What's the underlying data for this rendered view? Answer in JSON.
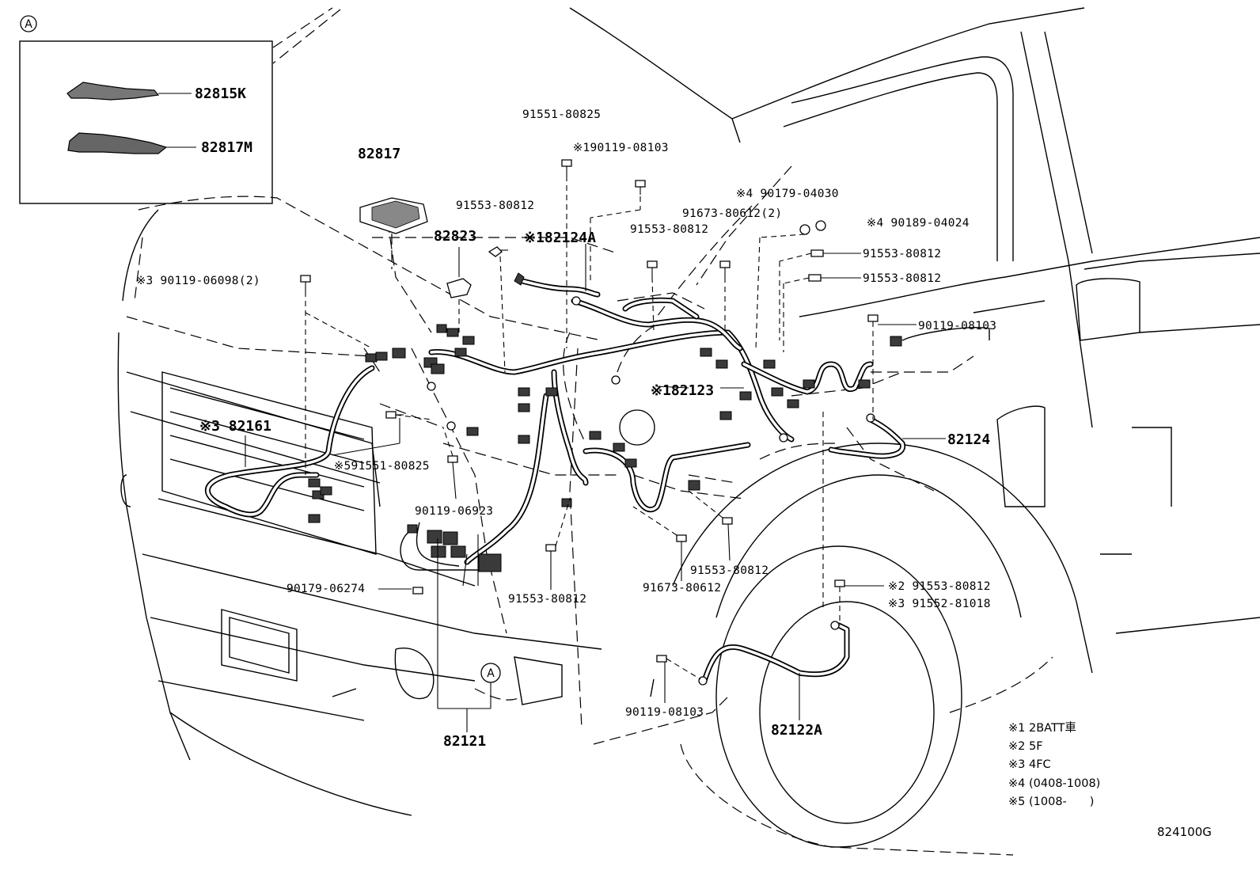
{
  "diagram_code": "824100G",
  "inset": {
    "callout": "A"
  },
  "callout_mark": "A",
  "labels": {
    "l_82815K": "82815K",
    "l_82817M": "82817M",
    "l_82817": "82817",
    "l_82823": "82823",
    "l_82124A": "※182124A",
    "l_91551_top": "91551-80825",
    "l_90119_08103_top": "※190119-08103",
    "l_91553_a": "91553-80812",
    "l_91553_b": "91553-80812",
    "l_90179_04030": "※4 90179-04030",
    "l_91673_2": "91673-80612(2)",
    "l_90189": "※4 90189-04024",
    "l_91553_c": "91553-80812",
    "l_91553_d": "91553-80812",
    "l_90119_06098": "※3 90119-06098(2)",
    "l_90119_08103_r": "90119-08103",
    "l_82123": "※182123",
    "l_82124": "82124",
    "l_82161": "※3 82161",
    "l_91551_5": "※591551-80825",
    "l_90119_06923": "90119-06923",
    "l_91553_e": "91553-80812",
    "l_91673": "91673-80612",
    "l_91553_f": "91553-80812",
    "l_90179_06274": "90179-06274",
    "l_91553_2": "※2 91553-80812",
    "l_91552_3": "※3 91552-81018",
    "l_90119_08103_b": "90119-08103",
    "l_82122A": "82122A",
    "l_82121": "82121"
  },
  "notes": [
    "※1 2BATT車",
    "※2 5F",
    "※3 4FC",
    "※4 (0408-1008)",
    "※5 (1008-　　)"
  ]
}
